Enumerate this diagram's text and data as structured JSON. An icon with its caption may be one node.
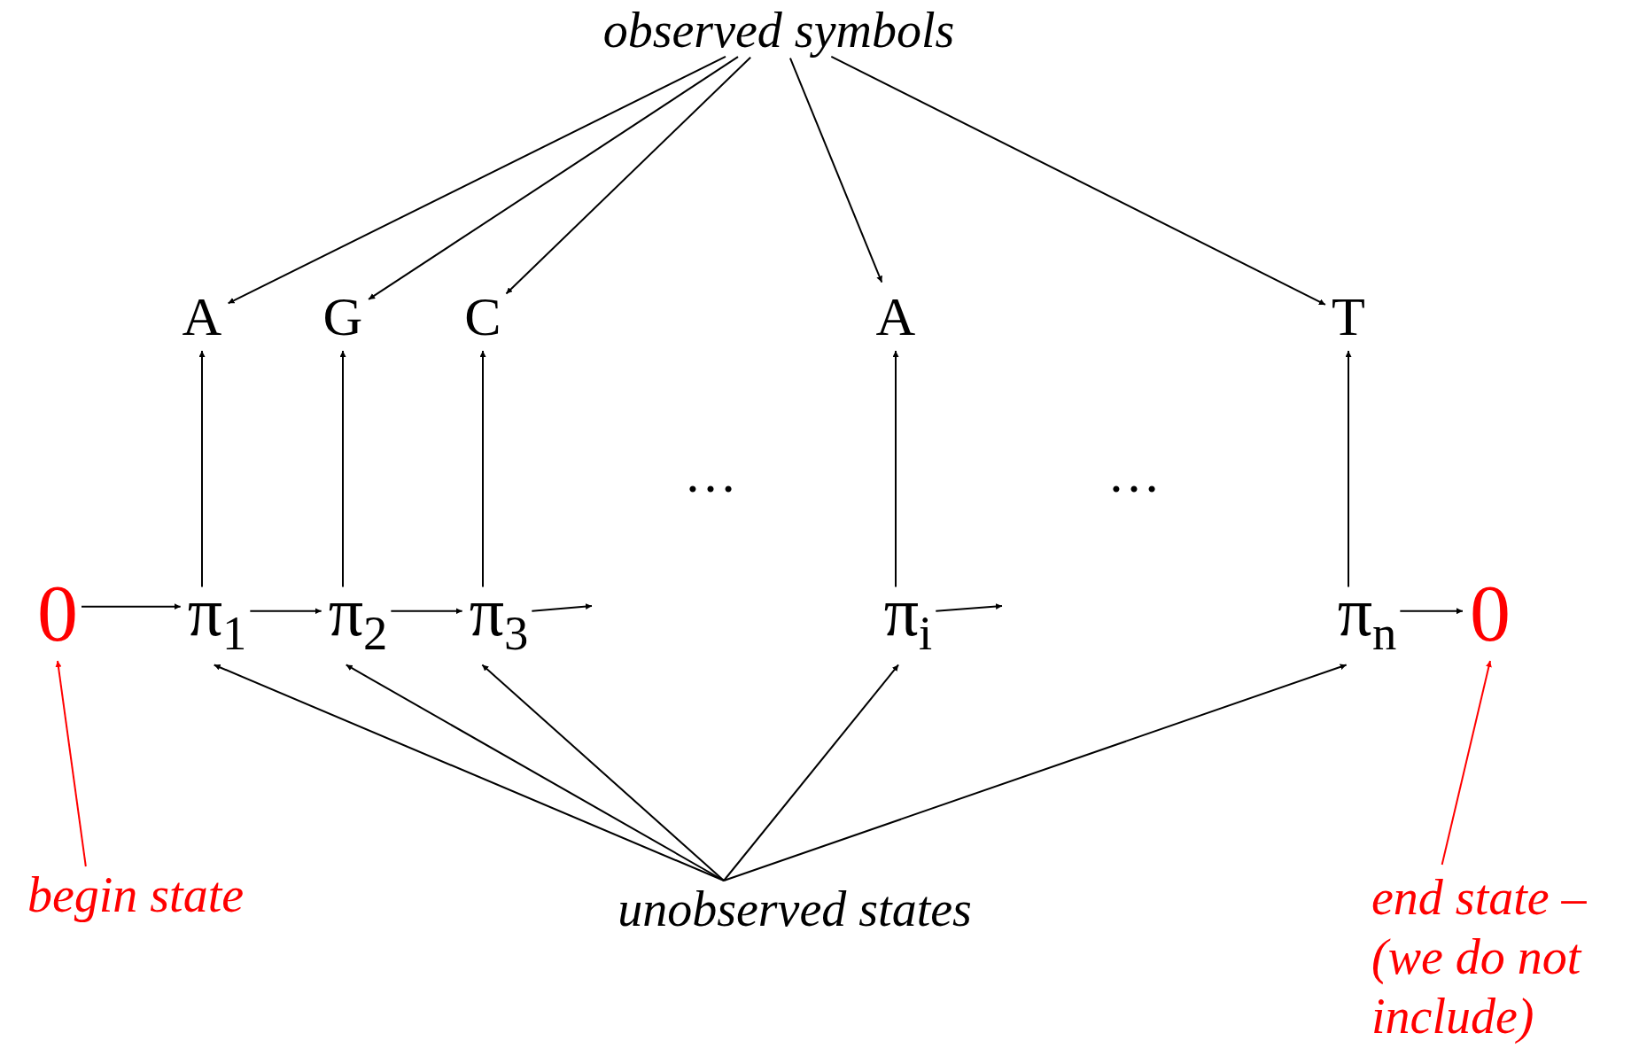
{
  "diagram": {
    "nodes": [
      {
        "text": [
          "observed symbols"
        ]
      },
      {
        "text": [
          "A"
        ]
      },
      {
        "text": [
          "G"
        ]
      },
      {
        "text": [
          "C"
        ]
      },
      {
        "text": [
          "A"
        ]
      },
      {
        "text": [
          "T"
        ]
      },
      {
        "text": [
          "0"
        ]
      },
      {
        "text": [
          "π$_{1}$"
        ]
      },
      {
        "text": [
          "π$_{2}$"
        ]
      },
      {
        "text": [
          "π$_{3}$"
        ]
      },
      {
        "text": [
          "π$_{i}$"
        ]
      },
      {
        "text": [
          "π$_{n}$"
        ]
      },
      {
        "text": [
          "0"
        ]
      },
      {
        "text": [
          "begin state"
        ]
      },
      {
        "text": [
          "unobserved states"
        ]
      },
      {
        "text": [
          "end state – (we do not include)"
        ]
      }
    ],
    "edges": [
      {
        "from": 0,
        "to": 1,
        "arrow": "to"
      },
      {
        "from": 0,
        "to": 2,
        "arrow": "to"
      },
      {
        "from": 0,
        "to": 3,
        "arrow": "to"
      },
      {
        "from": 0,
        "to": 4,
        "arrow": "to"
      },
      {
        "from": 0,
        "to": 5,
        "arrow": "to"
      },
      {
        "from": 7,
        "to": 1,
        "arrow": "to"
      },
      {
        "from": 8,
        "to": 2,
        "arrow": "to"
      },
      {
        "from": 9,
        "to": 3,
        "arrow": "to"
      },
      {
        "from": 10,
        "to": 4,
        "arrow": "to"
      },
      {
        "from": 11,
        "to": 5,
        "arrow": "to"
      },
      {
        "from": 6,
        "to": 7,
        "arrow": "to"
      },
      {
        "from": 7,
        "to": 8,
        "arrow": "to"
      },
      {
        "from": 8,
        "to": 9,
        "arrow": "to"
      },
      {
        "from": 9,
        "to": null,
        "arrow": "to"
      },
      {
        "from": 10,
        "to": null,
        "arrow": "to"
      },
      {
        "from": 11,
        "to": 12,
        "arrow": "to"
      },
      {
        "from": 14,
        "to": 7,
        "arrow": "to"
      },
      {
        "from": 14,
        "to": 8,
        "arrow": "to"
      },
      {
        "from": 14,
        "to": 9,
        "arrow": "to"
      },
      {
        "from": 14,
        "to": 10,
        "arrow": "to"
      },
      {
        "from": 14,
        "to": 11,
        "arrow": "to"
      },
      {
        "from": 13,
        "to": 6,
        "arrow": "to",
        "color": "#ff0000"
      },
      {
        "from": 15,
        "to": 12,
        "arrow": "to",
        "color": "#ff0000"
      }
    ],
    "labels": [
      "…",
      "…"
    ]
  }
}
